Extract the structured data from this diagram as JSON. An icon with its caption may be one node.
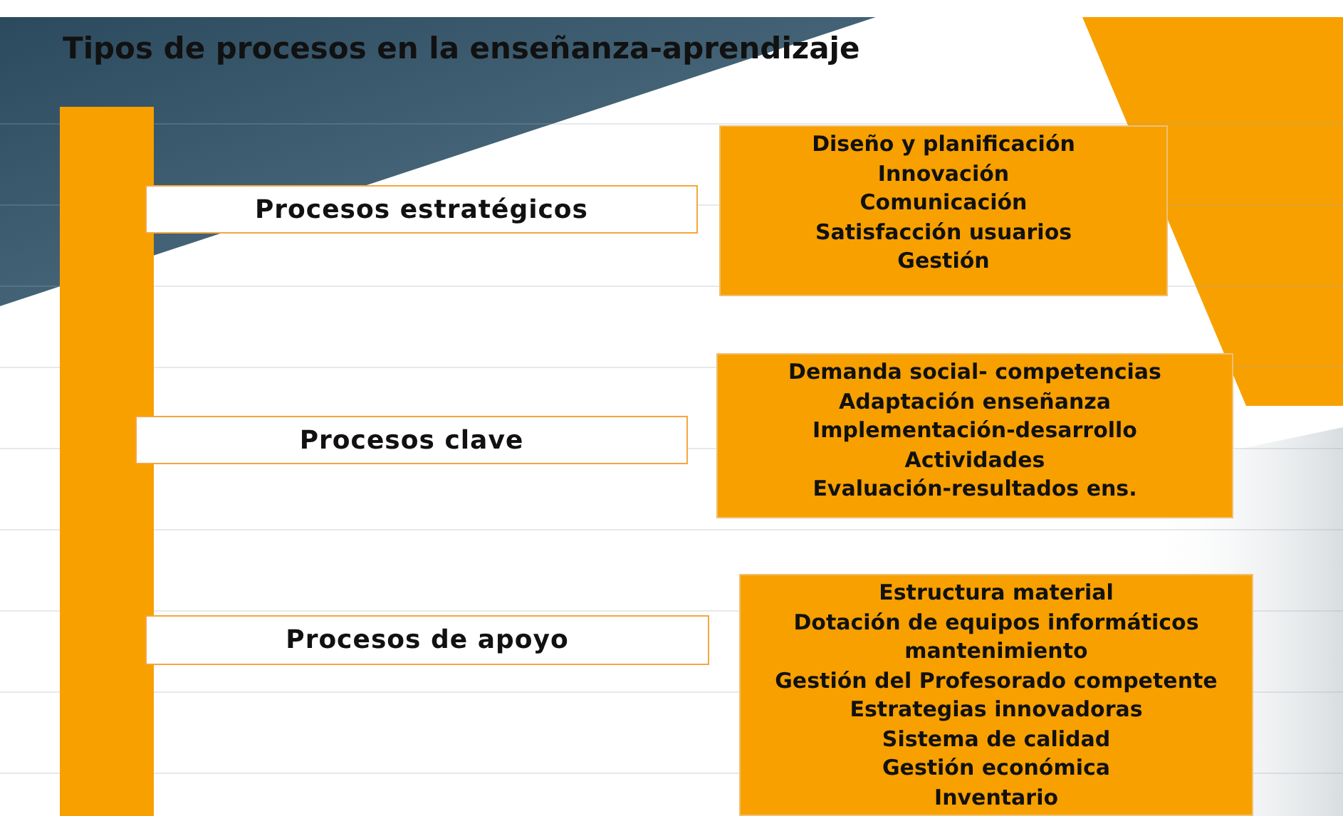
{
  "diagram": {
    "title": "Tipos de procesos en la enseñanza-aprendizaje",
    "nodes": [
      {
        "text": [],
        "shape": "bar"
      },
      {
        "text": [
          "Procesos estratégicos"
        ]
      },
      {
        "text": [
          "Diseño y planificación",
          "Innovación",
          "Comunicación",
          "Satisfacción usuarios",
          "Gestión"
        ]
      },
      {
        "text": [
          "Procesos clave"
        ]
      },
      {
        "text": [
          "Demanda social- competencias",
          "Adaptación enseñanza",
          "Implementación-desarrollo",
          "Actividades",
          "Evaluación-resultados ens."
        ]
      },
      {
        "text": [
          "Procesos de apoyo"
        ]
      },
      {
        "text": [
          "Estructura material",
          "Dotación de equipos informáticos mantenimiento",
          "Gestión del Profesorado competente",
          "Estrategias innovadoras",
          "Sistema de calidad",
          "Gestión económica",
          "Inventario"
        ]
      }
    ]
  }
}
